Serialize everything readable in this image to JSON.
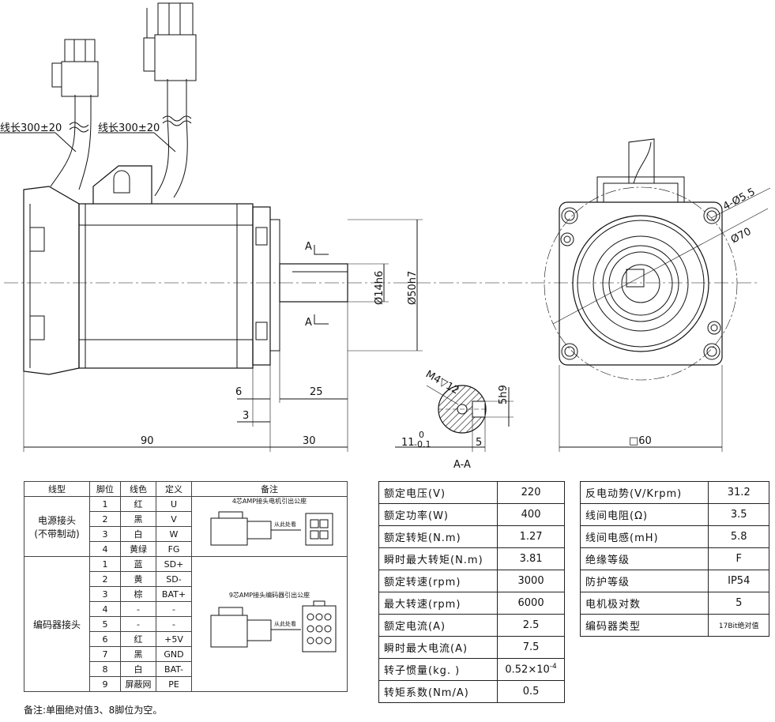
{
  "drawing": {
    "lead_length_left": "线长300±20",
    "lead_length_right": "线长300±20",
    "dim_shaft_dia": "Ø14h6",
    "dim_pilot_dia": "Ø50h7",
    "dim_hole": "4-Ø5.5",
    "dim_bolt_circle": "Ø70",
    "dim_body_length": "90",
    "dim_shaft_length": "30",
    "dim_key_length": "25",
    "dim_flange_6": "6",
    "dim_flange_3": "3",
    "dim_square": "□60",
    "dim_key_width": "5h9",
    "dim_key_depth": "5",
    "dim_tol": "11",
    "dim_tol_upper": "0",
    "dim_tol_lower": "-0.1",
    "dim_thread": "M4▽12",
    "section_label": "A",
    "section_name": "A-A"
  },
  "wiring_table": {
    "headers": [
      "线型",
      "脚位",
      "线色",
      "定义",
      "备注"
    ],
    "power_group": "电源接头\n(不带制动)",
    "power_rows": [
      {
        "pin": "1",
        "color": "红",
        "def": "U"
      },
      {
        "pin": "2",
        "color": "黑",
        "def": "V"
      },
      {
        "pin": "3",
        "color": "白",
        "def": "W"
      },
      {
        "pin": "4",
        "color": "黄绿",
        "def": "FG"
      }
    ],
    "power_note": "4芯AMP接头电机引出公座",
    "view_here": "从此处看",
    "encoder_group": "编码器接头",
    "encoder_rows": [
      {
        "pin": "1",
        "color": "蓝",
        "def": "SD+"
      },
      {
        "pin": "2",
        "color": "黄",
        "def": "SD-"
      },
      {
        "pin": "3",
        "color": "棕",
        "def": "BAT+"
      },
      {
        "pin": "4",
        "color": "-",
        "def": "-"
      },
      {
        "pin": "5",
        "color": "-",
        "def": "-"
      },
      {
        "pin": "6",
        "color": "红",
        "def": "+5V"
      },
      {
        "pin": "7",
        "color": "黑",
        "def": "GND"
      },
      {
        "pin": "8",
        "color": "白",
        "def": "BAT-"
      },
      {
        "pin": "9",
        "color": "屏蔽网",
        "def": "PE"
      }
    ],
    "encoder_note": "9芯AMP接头编码器引出公座"
  },
  "spec_left": [
    {
      "k": "额定电压(V)",
      "v": "220"
    },
    {
      "k": "额定功率(W)",
      "v": "400"
    },
    {
      "k": "额定转矩(N.m)",
      "v": "1.27"
    },
    {
      "k": "瞬时最大转矩(N.m)",
      "v": "3.81"
    },
    {
      "k": "额定转速(rpm)",
      "v": "3000"
    },
    {
      "k": "最大转速(rpm)",
      "v": "6000"
    },
    {
      "k": "额定电流(A)",
      "v": "2.5"
    },
    {
      "k": "瞬时最大电流(A)",
      "v": "7.5"
    },
    {
      "k": "转子惯量(kg.  )",
      "v": "0.52×10",
      "sup": "-4"
    },
    {
      "k": "转矩系数(Nm/A)",
      "v": "0.5"
    }
  ],
  "spec_right": [
    {
      "k": "反电动势(V/Krpm)",
      "v": "31.2"
    },
    {
      "k": "线间电阻(Ω)",
      "v": "3.5"
    },
    {
      "k": "线间电感(mH)",
      "v": "5.8"
    },
    {
      "k": "绝缘等级",
      "v": "F"
    },
    {
      "k": "防护等级",
      "v": "IP54"
    },
    {
      "k": "电机极对数",
      "v": "5"
    },
    {
      "k": "编码器类型",
      "v": "17Bit绝对值"
    }
  ],
  "note": "备注:单圈绝对值3、8脚位为空。"
}
